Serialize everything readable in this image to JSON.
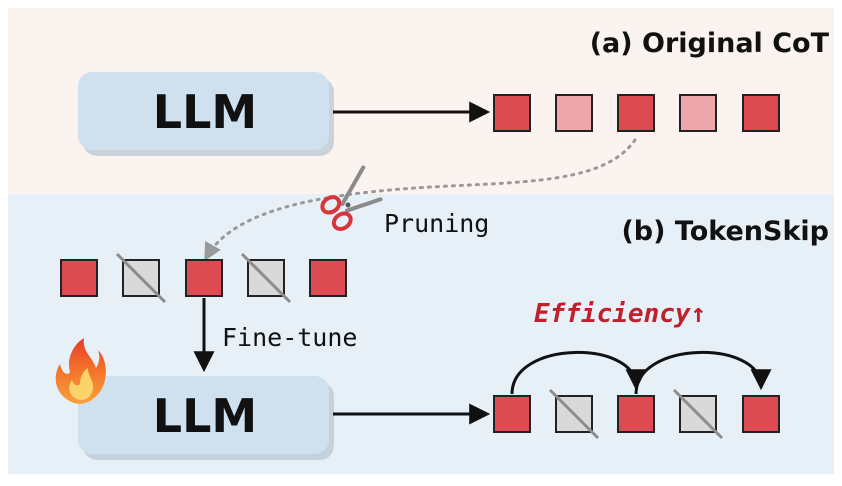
{
  "sections": {
    "original": {
      "label": "(a) Original CoT"
    },
    "tokenskip": {
      "label": "(b) TokenSkip"
    }
  },
  "llm_label": "LLM",
  "pruning_label": "Pruning",
  "finetune_label": "Fine-tune",
  "efficiency_label": "Efficiency↑",
  "colors": {
    "top_bg": "#fbf3f0",
    "bottom_bg": "#e8f0f7",
    "llm_box": "#cfe0ee",
    "token_important": "#dc4b52",
    "token_light": "#eda6ab",
    "token_pruned": "#d9d9d9",
    "accent_red": "#c0202b"
  },
  "icons": [
    "scissors-icon",
    "fire-icon"
  ]
}
